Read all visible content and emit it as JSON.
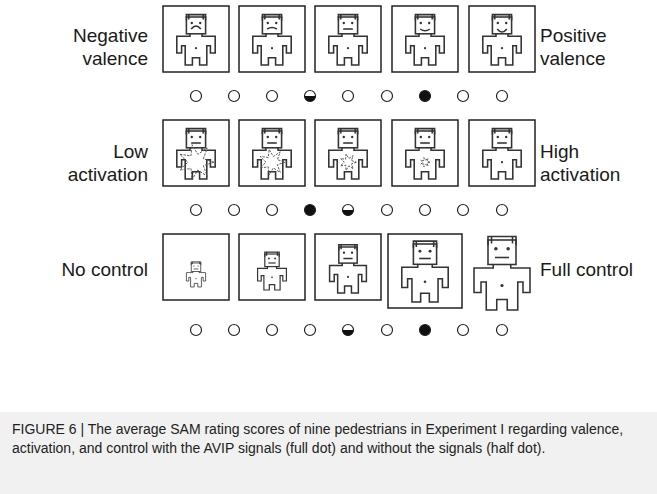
{
  "diagram": {
    "caption": "FIGURE 6 | The average SAM rating scores of nine pedestrians in Experiment I regarding valence, activation, and control with the AVIP signals (full dot) and without the signals (half dot).",
    "labels": [
      "Negative valence",
      "Positive valence",
      "Low activation",
      "High activation",
      "No control",
      "Full control"
    ]
  }
}
